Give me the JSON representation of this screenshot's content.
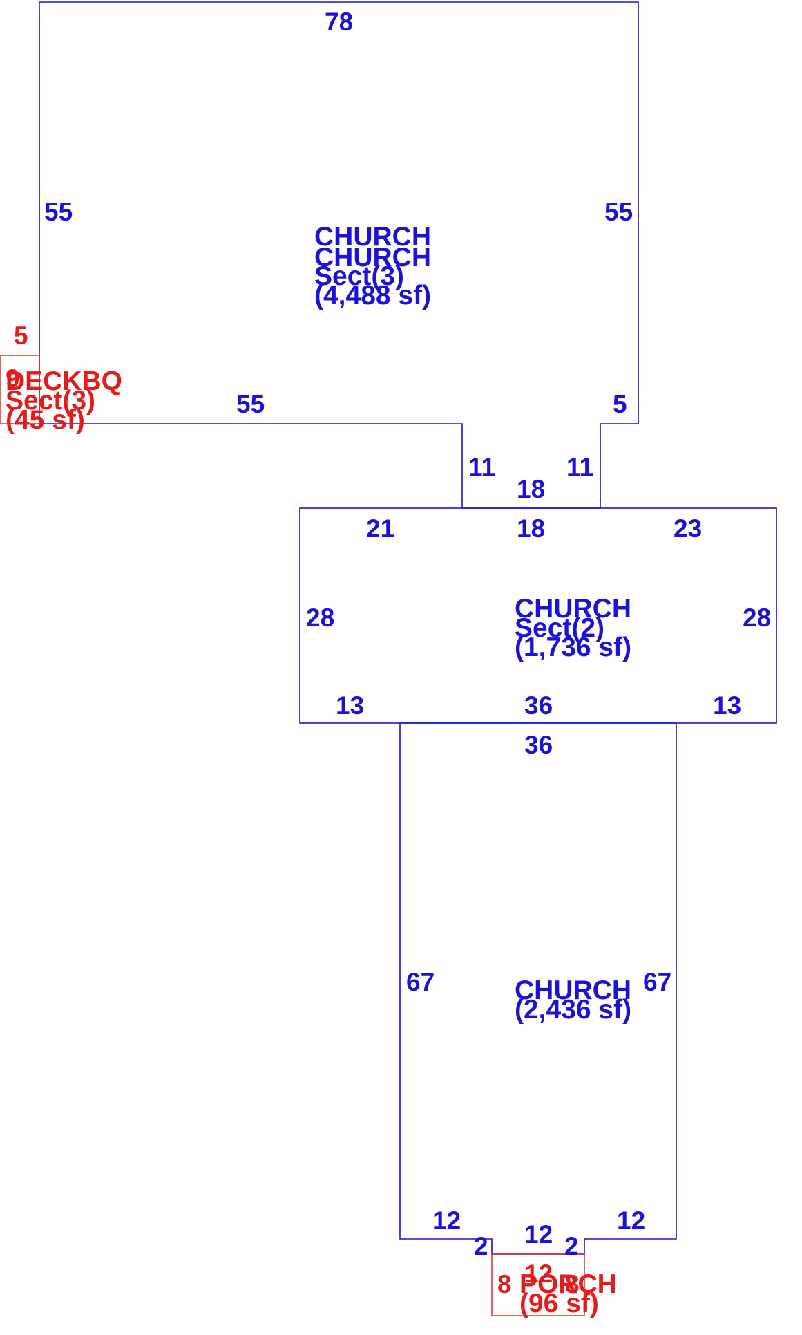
{
  "colors": {
    "church": "#1a12d6",
    "addon": "#e51b1b",
    "background": "#ffffff"
  },
  "sections": {
    "church_sect3": {
      "line1": "CHURCH",
      "line2": "CHURCH",
      "line3": "Sect(3)",
      "line4": "(4,488 sf)",
      "dims": {
        "top": "78",
        "left": "55",
        "right": "55",
        "bottom": "55",
        "notch": "5",
        "step_left": "11",
        "step_right": "11",
        "neck": "18"
      }
    },
    "deck": {
      "line1": "DECKBQ",
      "line2": "Sect(3)",
      "line3": "(45 sf)",
      "dims": {
        "top": "5",
        "side": "9"
      }
    },
    "church_sect2": {
      "line1": "CHURCH",
      "line2": "Sect(2)",
      "line3": "(1,736 sf)",
      "dims": {
        "top_left": "21",
        "top_mid": "18",
        "top_right": "23",
        "left": "28",
        "right": "28",
        "bottom_left": "13",
        "bottom_mid": "36",
        "bottom_right": "13"
      }
    },
    "church_main": {
      "line1": "CHURCH",
      "line2": "(2,436 sf)",
      "dims": {
        "top": "36",
        "left": "67",
        "right": "67",
        "bottom_left": "12",
        "bottom_right": "12",
        "notch_left": "2",
        "notch_right": "2",
        "notch_mid": "12"
      }
    },
    "porch": {
      "line1": "PORCH",
      "line2": "(96 sf)",
      "dims": {
        "top": "12",
        "left": "8",
        "right": "8"
      }
    }
  }
}
